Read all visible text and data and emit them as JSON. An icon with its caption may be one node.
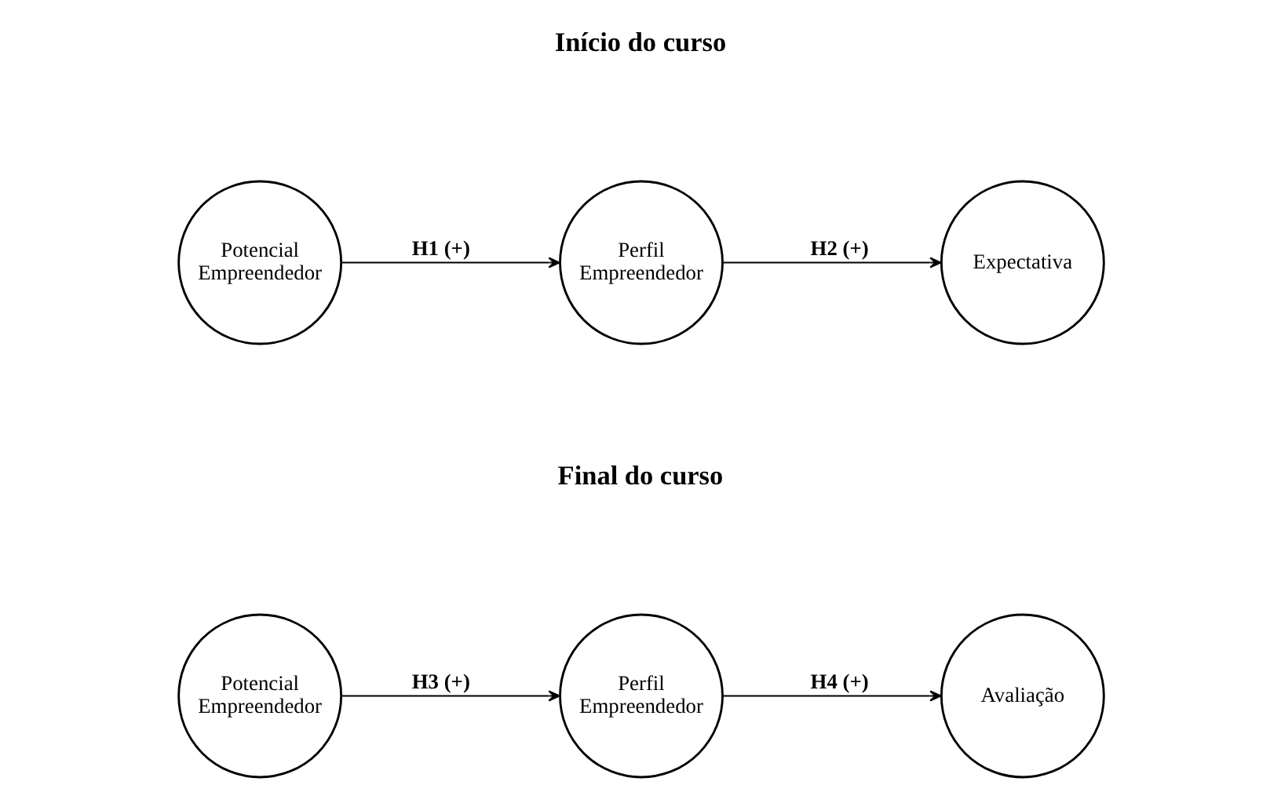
{
  "diagram": {
    "nodes": [
      {
        "text": [
          "Potencial Empreendedor"
        ]
      },
      {
        "text": [
          "Perfil Empreendedor"
        ]
      },
      {
        "text": [
          "Expectativa"
        ]
      },
      {
        "text": [
          "Potencial Empreendedor"
        ]
      },
      {
        "text": [
          "Perfil Empreendedor"
        ]
      },
      {
        "text": [
          "Avaliação"
        ]
      }
    ],
    "edges": [
      {
        "from": 0,
        "to": 1,
        "arrow": "to",
        "label": "H1 (+)"
      },
      {
        "from": 1,
        "to": 2,
        "arrow": "to",
        "label": "H2 (+)"
      },
      {
        "from": 3,
        "to": 4,
        "arrow": "to",
        "label": "H3 (+)"
      },
      {
        "from": 4,
        "to": 5,
        "arrow": "to",
        "label": "H4 (+)"
      }
    ],
    "labels": [
      "Início do curso",
      "Final do curso"
    ]
  }
}
